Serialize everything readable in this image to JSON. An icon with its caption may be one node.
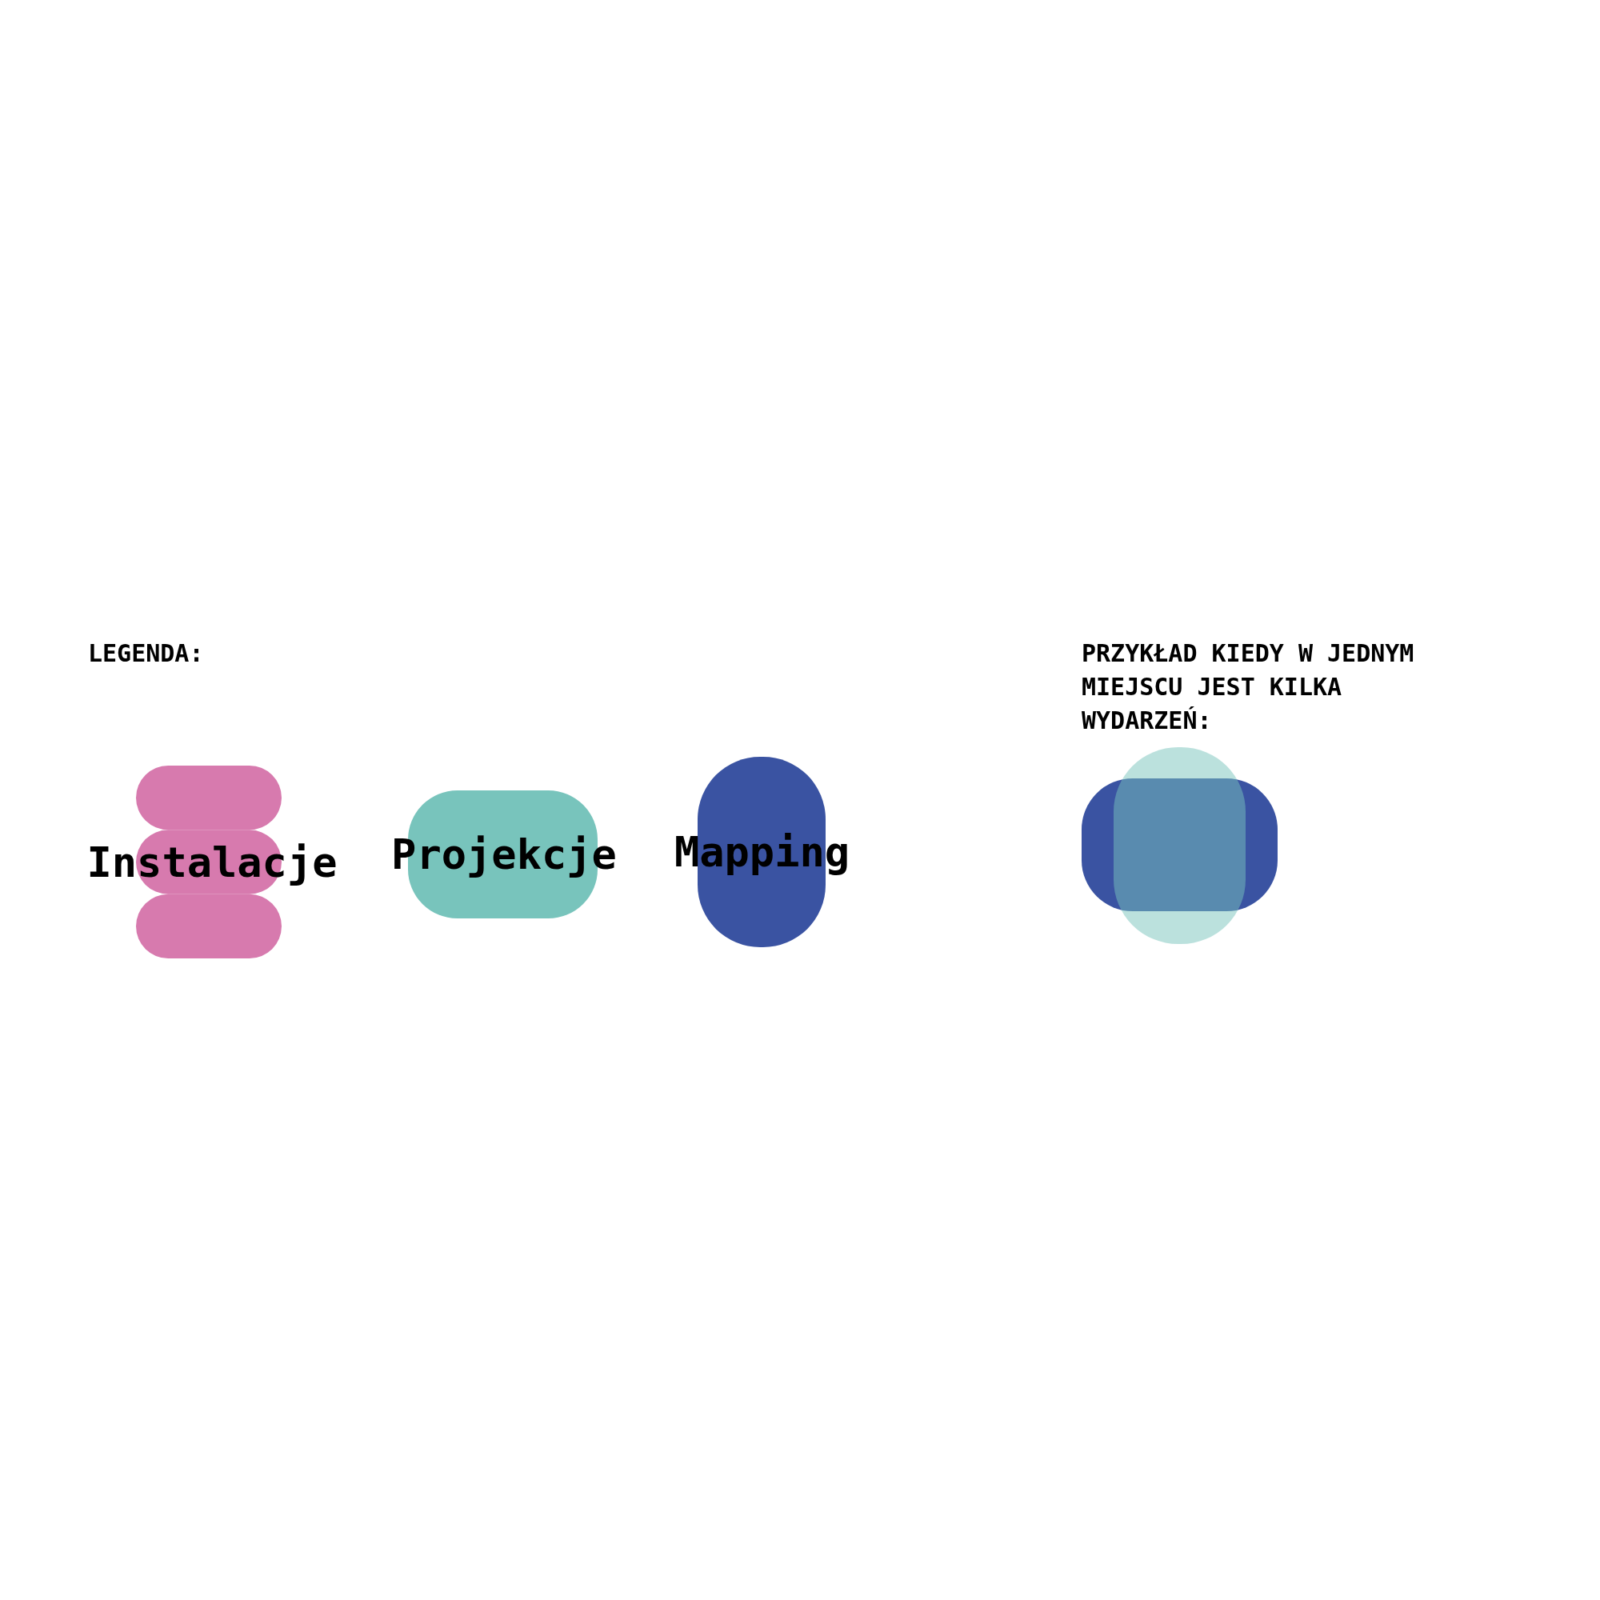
{
  "diagram": {
    "nodes": [
      {
        "text": [
          "Instalacje"
        ]
      },
      {
        "text": [
          "Projekcje"
        ]
      },
      {
        "text": [
          "Mapping"
        ]
      },
      {
        "text": [],
        "shape": "box"
      },
      {
        "text": [],
        "shape": "box"
      }
    ],
    "edges": [],
    "labels": [
      "LEGENDA:",
      "PRZYKŁAD KIEDY W JEDNYM MIEJSCU JEST KILKA WYDARZEŃ:"
    ]
  }
}
